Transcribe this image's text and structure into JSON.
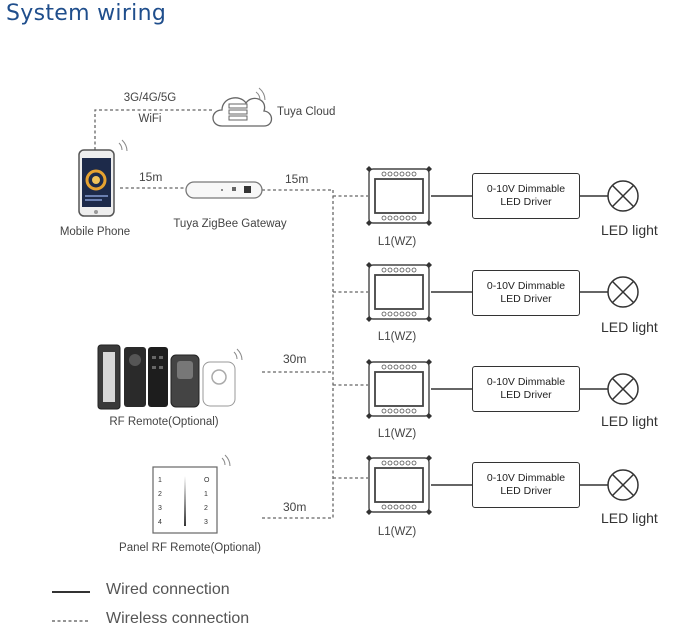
{
  "title": "System wiring",
  "network": {
    "line1": "3G/4G/5G",
    "line2": "WiFi"
  },
  "cloud_label": "Tuya Cloud",
  "phone_label": "Mobile Phone",
  "gateway_label": "Tuya ZigBee Gateway",
  "distances": {
    "phone_gateway": "15m",
    "gateway_modules": "15m",
    "rf_remote": "30m",
    "panel_remote": "30m"
  },
  "rf_remote_label": "RF Remote(Optional)",
  "panel_label": "Panel RF Remote(Optional)",
  "panel_buttons": {
    "left": [
      "1",
      "2",
      "3",
      "4"
    ],
    "right": [
      "O",
      "1",
      "2",
      "3"
    ]
  },
  "modules": [
    {
      "label": "L1(WZ)",
      "driver_line1": "0-10V Dimmable",
      "driver_line2": "LED Driver",
      "light": "LED light"
    },
    {
      "label": "L1(WZ)",
      "driver_line1": "0-10V Dimmable",
      "driver_line2": "LED Driver",
      "light": "LED light"
    },
    {
      "label": "L1(WZ)",
      "driver_line1": "0-10V Dimmable",
      "driver_line2": "LED Driver",
      "light": "LED light"
    },
    {
      "label": "L1(WZ)",
      "driver_line1": "0-10V Dimmable",
      "driver_line2": "LED Driver",
      "light": "LED light"
    }
  ],
  "legend": {
    "wired": "Wired connection",
    "wireless": "Wireless connection"
  }
}
